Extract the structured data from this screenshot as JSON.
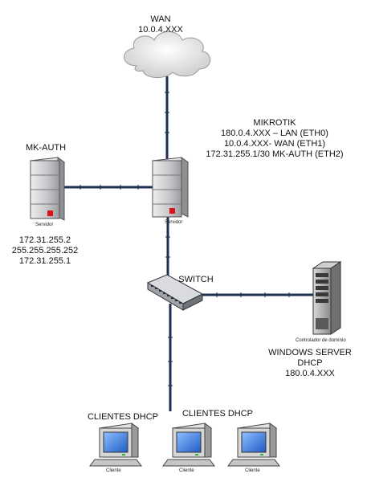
{
  "wan": {
    "title": "WAN",
    "ip": "10.0.4.XXX"
  },
  "mikrotik": {
    "title": "MIKROTIK",
    "lines": [
      "180.0.4.XXX – LAN (ETH0)",
      "10.0.4.XXX- WAN (ETH1)",
      "172.31.255.1/30 MK-AUTH (ETH2)"
    ],
    "caption": "Servidor"
  },
  "mkauth": {
    "title": "MK-AUTH",
    "caption": "Servidor",
    "lines": [
      "172.31.255.2",
      "255.255.255.252",
      "172.31.255.1"
    ]
  },
  "switch": {
    "title": "SWITCH"
  },
  "windows": {
    "caption": "Controlador de domínio",
    "lines": [
      "WINDOWS SERVER",
      "DHCP",
      "180.0.4.XXX"
    ]
  },
  "clients": {
    "labels": [
      "CLIENTES DHCP",
      "CLIENTES DHCP"
    ],
    "captions": [
      "Cliente",
      "Cliente",
      "Cliente"
    ]
  },
  "colors": {
    "cable": "#1d2f52",
    "server_body": "#c9cbce",
    "led": "#d8141b",
    "cloud": "#ececec",
    "screen": "#3d7ad9"
  }
}
